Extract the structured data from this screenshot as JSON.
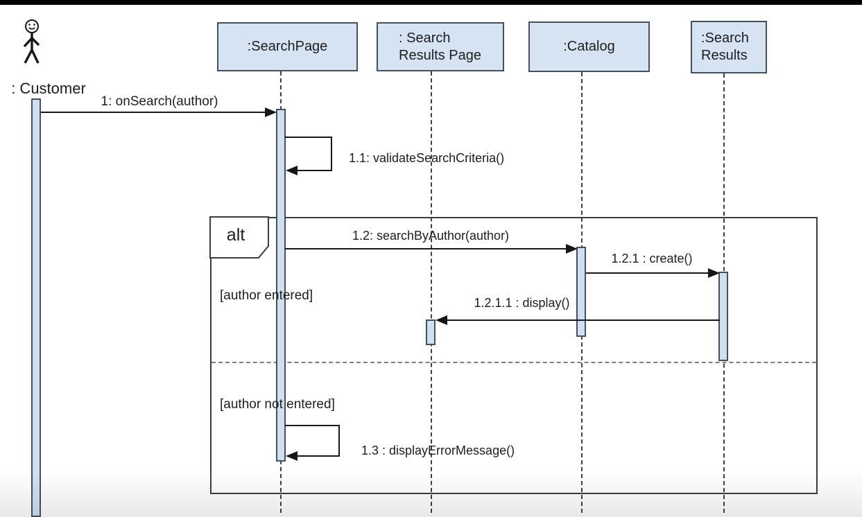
{
  "colors": {
    "background": "#ffffff",
    "top_bar": "#000000",
    "box_fill": "#d5e3f3",
    "box_border": "#42505c",
    "activation_fill": "#cfe0f1",
    "activation_border": "#43505c",
    "line": "#161616",
    "frame_border": "#3c3c3c",
    "divider": "#7d7d7d",
    "lifeline": "#3f3f3f",
    "text": "#1d1d1d"
  },
  "diagram": {
    "type": "uml-sequence",
    "actor": {
      "label": ": Customer"
    },
    "lifelines": [
      {
        "label": ":SearchPage"
      },
      {
        "label": ": Search\nResults Page"
      },
      {
        "label": ":Catalog"
      },
      {
        "label": ":Search\nResults"
      }
    ],
    "fragment": {
      "operator": "alt",
      "guards": [
        "[author entered]",
        "[author not entered]"
      ]
    },
    "messages": [
      {
        "label": "1: onSearch(author)"
      },
      {
        "label": "1.1: validateSearchCriteria()"
      },
      {
        "label": "1.2: searchByAuthor(author)"
      },
      {
        "label": "1.2.1 : create()"
      },
      {
        "label": "1.2.1.1 : display()"
      },
      {
        "label": "1.3 : displayErrorMessage()"
      }
    ]
  }
}
